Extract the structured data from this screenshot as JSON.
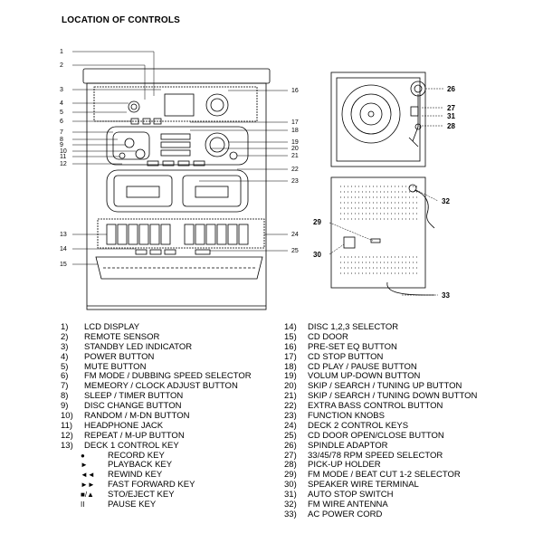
{
  "title": "LOCATION OF CONTROLS",
  "callouts_left": [
    "1",
    "2",
    "3",
    "4",
    "5",
    "6",
    "7",
    "8",
    "9",
    "10",
    "11",
    "12",
    "13",
    "14",
    "15"
  ],
  "callouts_right": [
    "16",
    "17",
    "18",
    "19",
    "20",
    "21",
    "22",
    "23",
    "24",
    "25"
  ],
  "callouts_side": [
    "26",
    "27",
    "31",
    "28",
    "29",
    "30",
    "32",
    "33"
  ],
  "legend_left": [
    {
      "n": "1)",
      "t": "LCD DISPLAY"
    },
    {
      "n": "2)",
      "t": "REMOTE SENSOR"
    },
    {
      "n": "3)",
      "t": "STANDBY LED INDICATOR"
    },
    {
      "n": "4)",
      "t": "POWER BUTTON"
    },
    {
      "n": "5)",
      "t": "MUTE BUTTON"
    },
    {
      "n": "6)",
      "t": "FM MODE / DUBBING SPEED SELECTOR"
    },
    {
      "n": "7)",
      "t": "MEMEORY / CLOCK ADJUST BUTTON"
    },
    {
      "n": "8)",
      "t": "SLEEP / TIMER BUTTON"
    },
    {
      "n": "9)",
      "t": "DISC CHANGE BUTTON"
    },
    {
      "n": "10)",
      "t": "RANDOM / M-DN BUTTON"
    },
    {
      "n": "11)",
      "t": "HEADPHONE JACK"
    },
    {
      "n": "12)",
      "t": "REPEAT / M-UP BUTTON"
    },
    {
      "n": "13)",
      "t": "DECK 1 CONTROL KEY"
    }
  ],
  "deck_keys": [
    {
      "s": "●",
      "t": "RECORD KEY"
    },
    {
      "s": "►",
      "t": "PLAYBACK KEY"
    },
    {
      "s": "◄◄",
      "t": "REWIND KEY"
    },
    {
      "s": "►►",
      "t": "FAST FORWARD KEY"
    },
    {
      "s": "■/▲",
      "t": "STO/EJECT KEY"
    },
    {
      "s": "II",
      "t": "PAUSE KEY"
    }
  ],
  "legend_right": [
    {
      "n": "14)",
      "t": "DISC 1,2,3 SELECTOR"
    },
    {
      "n": "15)",
      "t": "CD DOOR"
    },
    {
      "n": "16)",
      "t": "PRE-SET EQ BUTTON"
    },
    {
      "n": "17)",
      "t": "CD STOP BUTTON"
    },
    {
      "n": "18)",
      "t": "CD PLAY / PAUSE BUTTON"
    },
    {
      "n": "19)",
      "t": "VOLUM UP-DOWN BUTTON"
    },
    {
      "n": "20)",
      "t": "SKIP / SEARCH / TUNING UP BUTTON"
    },
    {
      "n": "21)",
      "t": "SKIP / SEARCH / TUNING DOWN BUTTON"
    },
    {
      "n": "22)",
      "t": "EXTRA BASS CONTROL BUTTON"
    },
    {
      "n": "23)",
      "t": "FUNCTION KNOBS"
    },
    {
      "n": "24)",
      "t": "DECK 2 CONTROL KEYS"
    },
    {
      "n": "25)",
      "t": "CD DOOR OPEN/CLOSE BUTTON"
    },
    {
      "n": "26)",
      "t": "SPINDLE ADAPTOR"
    },
    {
      "n": "27)",
      "t": "33/45/78 RPM SPEED SELECTOR"
    },
    {
      "n": "28)",
      "t": "PICK-UP HOLDER"
    },
    {
      "n": "29)",
      "t": "FM MODE / BEAT CUT 1-2 SELECTOR"
    },
    {
      "n": "30)",
      "t": "SPEAKER WIRE TERMINAL"
    },
    {
      "n": "31)",
      "t": "AUTO STOP SWITCH"
    },
    {
      "n": "32)",
      "t": "FM WIRE ANTENNA"
    },
    {
      "n": "33)",
      "t": "AC POWER CORD"
    }
  ]
}
